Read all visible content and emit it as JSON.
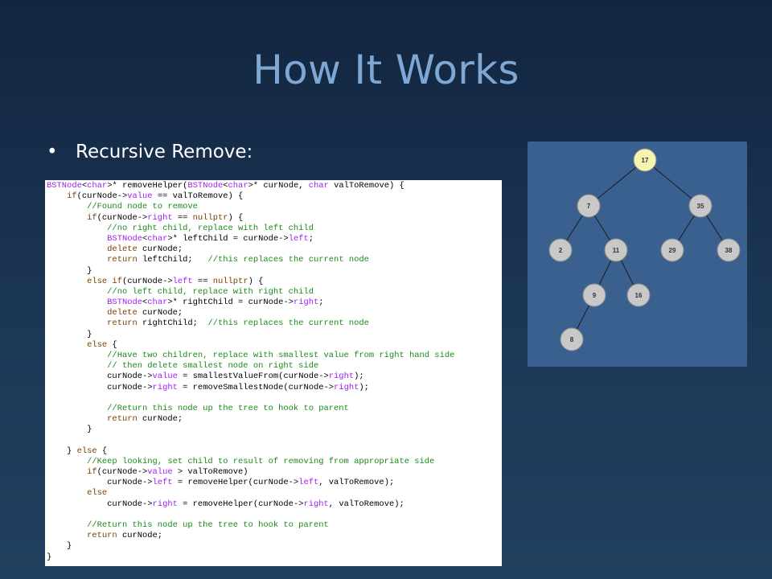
{
  "slide": {
    "title": "How It Works",
    "bullet": "Recursive Remove:"
  },
  "code": [
    [
      {
        "t": "BSTNode",
        "c": "type"
      },
      {
        "t": "<"
      },
      {
        "t": "char",
        "c": "type"
      },
      {
        "t": ">* removeHelper("
      },
      {
        "t": "BSTNode",
        "c": "type"
      },
      {
        "t": "<"
      },
      {
        "t": "char",
        "c": "type"
      },
      {
        "t": ">* curNode, "
      },
      {
        "t": "char",
        "c": "type"
      },
      {
        "t": " valToRemove) {"
      }
    ],
    [
      {
        "t": "    "
      },
      {
        "t": "if",
        "c": "kw"
      },
      {
        "t": "(curNode->"
      },
      {
        "t": "value",
        "c": "m"
      },
      {
        "t": " == valToRemove) {"
      }
    ],
    [
      {
        "t": "        "
      },
      {
        "t": "//Found node to remove",
        "c": "cm"
      }
    ],
    [
      {
        "t": "        "
      },
      {
        "t": "if",
        "c": "kw"
      },
      {
        "t": "(curNode->"
      },
      {
        "t": "right",
        "c": "m"
      },
      {
        "t": " == "
      },
      {
        "t": "nullptr",
        "c": "kw"
      },
      {
        "t": ") {"
      }
    ],
    [
      {
        "t": "            "
      },
      {
        "t": "//no right child, replace with left child",
        "c": "cm"
      }
    ],
    [
      {
        "t": "            "
      },
      {
        "t": "BSTNode",
        "c": "type"
      },
      {
        "t": "<"
      },
      {
        "t": "char",
        "c": "type"
      },
      {
        "t": ">* leftChild = curNode->"
      },
      {
        "t": "left",
        "c": "m"
      },
      {
        "t": ";"
      }
    ],
    [
      {
        "t": "            "
      },
      {
        "t": "delete",
        "c": "kw"
      },
      {
        "t": " curNode;"
      }
    ],
    [
      {
        "t": "            "
      },
      {
        "t": "return",
        "c": "kw"
      },
      {
        "t": " leftChild;   "
      },
      {
        "t": "//this replaces the current node",
        "c": "cm"
      }
    ],
    [
      {
        "t": "        }"
      }
    ],
    [
      {
        "t": "        "
      },
      {
        "t": "else if",
        "c": "kw"
      },
      {
        "t": "(curNode->"
      },
      {
        "t": "left",
        "c": "m"
      },
      {
        "t": " == "
      },
      {
        "t": "nullptr",
        "c": "kw"
      },
      {
        "t": ") {"
      }
    ],
    [
      {
        "t": "            "
      },
      {
        "t": "//no left child, replace with right child",
        "c": "cm"
      }
    ],
    [
      {
        "t": "            "
      },
      {
        "t": "BSTNode",
        "c": "type"
      },
      {
        "t": "<"
      },
      {
        "t": "char",
        "c": "type"
      },
      {
        "t": ">* rightChild = curNode->"
      },
      {
        "t": "right",
        "c": "m"
      },
      {
        "t": ";"
      }
    ],
    [
      {
        "t": "            "
      },
      {
        "t": "delete",
        "c": "kw"
      },
      {
        "t": " curNode;"
      }
    ],
    [
      {
        "t": "            "
      },
      {
        "t": "return",
        "c": "kw"
      },
      {
        "t": " rightChild;  "
      },
      {
        "t": "//this replaces the current node",
        "c": "cm"
      }
    ],
    [
      {
        "t": "        }"
      }
    ],
    [
      {
        "t": "        "
      },
      {
        "t": "else",
        "c": "kw"
      },
      {
        "t": " {"
      }
    ],
    [
      {
        "t": "            "
      },
      {
        "t": "//Have two children, replace with smallest value from right hand side",
        "c": "cm"
      }
    ],
    [
      {
        "t": "            "
      },
      {
        "t": "// then delete smallest node on right side",
        "c": "cm"
      }
    ],
    [
      {
        "t": "            curNode->"
      },
      {
        "t": "value",
        "c": "m"
      },
      {
        "t": " = smallestValueFrom(curNode->"
      },
      {
        "t": "right",
        "c": "m"
      },
      {
        "t": ");"
      }
    ],
    [
      {
        "t": "            curNode->"
      },
      {
        "t": "right",
        "c": "m"
      },
      {
        "t": " = removeSmallestNode(curNode->"
      },
      {
        "t": "right",
        "c": "m"
      },
      {
        "t": ");"
      }
    ],
    [
      {
        "t": ""
      }
    ],
    [
      {
        "t": "            "
      },
      {
        "t": "//Return this node up the tree to hook to parent",
        "c": "cm"
      }
    ],
    [
      {
        "t": "            "
      },
      {
        "t": "return",
        "c": "kw"
      },
      {
        "t": " curNode;"
      }
    ],
    [
      {
        "t": "        }"
      }
    ],
    [
      {
        "t": ""
      }
    ],
    [
      {
        "t": "    } "
      },
      {
        "t": "else",
        "c": "kw"
      },
      {
        "t": " {"
      }
    ],
    [
      {
        "t": "        "
      },
      {
        "t": "//Keep looking, set child to result of removing from appropriate side",
        "c": "cm"
      }
    ],
    [
      {
        "t": "        "
      },
      {
        "t": "if",
        "c": "kw"
      },
      {
        "t": "(curNode->"
      },
      {
        "t": "value",
        "c": "m"
      },
      {
        "t": " > valToRemove)"
      }
    ],
    [
      {
        "t": "            curNode->"
      },
      {
        "t": "left",
        "c": "m"
      },
      {
        "t": " = removeHelper(curNode->"
      },
      {
        "t": "left",
        "c": "m"
      },
      {
        "t": ", valToRemove);"
      }
    ],
    [
      {
        "t": "        "
      },
      {
        "t": "else",
        "c": "kw"
      }
    ],
    [
      {
        "t": "            curNode->"
      },
      {
        "t": "right",
        "c": "m"
      },
      {
        "t": " = removeHelper(curNode->"
      },
      {
        "t": "right",
        "c": "m"
      },
      {
        "t": ", valToRemove);"
      }
    ],
    [
      {
        "t": ""
      }
    ],
    [
      {
        "t": "        "
      },
      {
        "t": "//Return this node up the tree to hook to parent",
        "c": "cm"
      }
    ],
    [
      {
        "t": "        "
      },
      {
        "t": "return",
        "c": "kw"
      },
      {
        "t": " curNode;"
      }
    ],
    [
      {
        "t": "    }"
      }
    ],
    [
      {
        "t": "}"
      }
    ]
  ],
  "tree": {
    "colors": {
      "panel": "#3a6090",
      "node": "#c8c8c8",
      "root": "#f4f4b0",
      "edge": "#1b1b1b"
    },
    "nodes": [
      {
        "id": "n17",
        "label": "17",
        "root": true
      },
      {
        "id": "n7",
        "label": "7"
      },
      {
        "id": "n35",
        "label": "35"
      },
      {
        "id": "n2",
        "label": "2"
      },
      {
        "id": "n11",
        "label": "11"
      },
      {
        "id": "n29",
        "label": "29"
      },
      {
        "id": "n38",
        "label": "38"
      },
      {
        "id": "n9",
        "label": "9"
      },
      {
        "id": "n16",
        "label": "16"
      },
      {
        "id": "n8",
        "label": "8"
      }
    ],
    "edges": [
      [
        "n17",
        "n7"
      ],
      [
        "n17",
        "n35"
      ],
      [
        "n7",
        "n2"
      ],
      [
        "n7",
        "n11"
      ],
      [
        "n35",
        "n29"
      ],
      [
        "n35",
        "n38"
      ],
      [
        "n11",
        "n9"
      ],
      [
        "n11",
        "n16"
      ],
      [
        "n9",
        "n8"
      ]
    ]
  }
}
